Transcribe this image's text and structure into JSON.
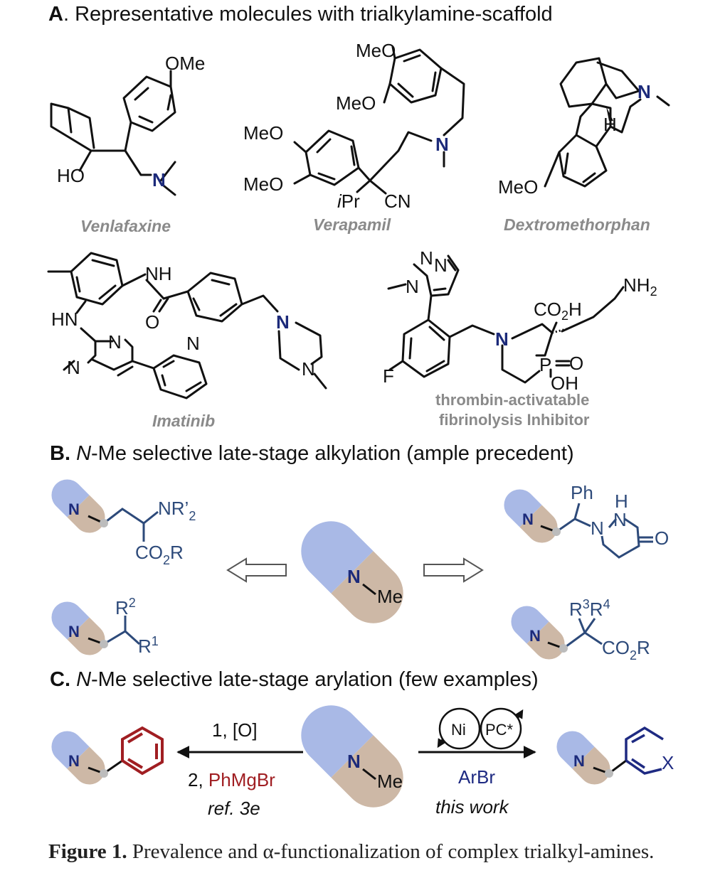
{
  "sections": {
    "a": {
      "letter": "A",
      "text": ". Representative molecules with trialkylamine-scaffold"
    },
    "b": {
      "letter": "B.",
      "italic": "N",
      "text": "-Me selective late-stage alkylation (ample precedent)"
    },
    "c": {
      "letter": "C.",
      "italic": "N",
      "text": "-Me selective late-stage arylation (few examples)"
    }
  },
  "molecules": {
    "venlafaxine": "Venlafaxine",
    "verapamil": "Verapamil",
    "dextromethorphan": "Dextromethorphan",
    "imatinib": "Imatinib",
    "tafi_line1": "thrombin-activatable",
    "tafi_line2": "fibrinolysis Inhibitor"
  },
  "atoms": {
    "ome": "OMe",
    "meo": "MeO",
    "ho": "HO",
    "n": "N",
    "h": "H",
    "nh": "NH",
    "hn": "HN",
    "o": "O",
    "f": "F",
    "ipr_i": "i",
    "ipr": "Pr",
    "cn": "CN",
    "p": "P",
    "oh": "OH",
    "me": "Me"
  },
  "section_b": {
    "nr2": "NR’",
    "nr2_sub": "2",
    "co2r_a": "CO",
    "co2r_sub": "2",
    "co2r_b": "R",
    "ph": "Ph",
    "r1": "R",
    "r1_sup": "1",
    "r2": "R",
    "r2_sup": "2",
    "r3": "R",
    "r3_sup": "3",
    "r4": "R",
    "r4_sup": "4"
  },
  "section_c": {
    "step1": "1, [O]",
    "step2_prefix": "2, ",
    "step2_reagent": "PhMgBr",
    "ref": "ref. 3e",
    "ni": "Ni",
    "pc": "PC*",
    "arbr": "ArBr",
    "this_work": "this work",
    "x": "X"
  },
  "caption": {
    "label": "Figure 1.",
    "text": " Prevalence and α-functionalization of complex trialkyl-amines."
  },
  "colors": {
    "bond": "#111111",
    "label_gray": "#8a8a8a",
    "pill_blue": "#a9b9e6",
    "pill_tan": "#cdb8a6",
    "amine_n": "#1c2a7a",
    "subst_blue": "#2d4a7a",
    "phenyl_red": "#a01e22",
    "aryl_blue": "#1e2a82"
  }
}
